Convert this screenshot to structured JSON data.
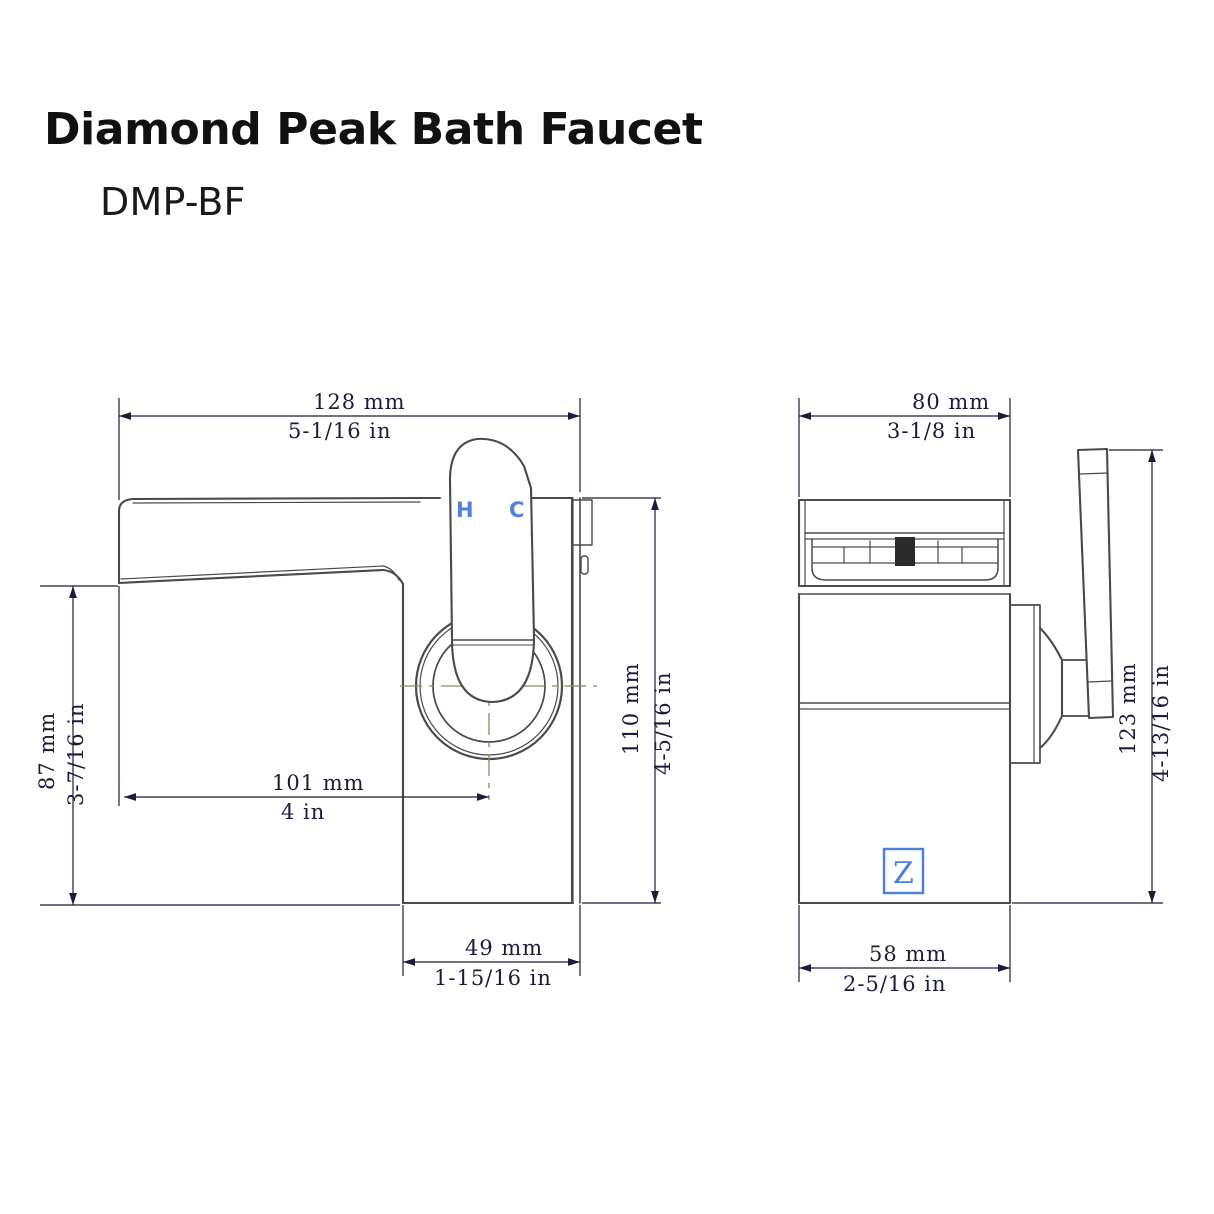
{
  "title": {
    "product_name": "Diamond Peak Bath Faucet",
    "model": "DMP-BF"
  },
  "colors": {
    "outline": "#4a4a4a",
    "dimension": "#1b1b3c",
    "accent_blue": "#5281d8",
    "centerline": "#8d8563",
    "background": "#ffffff"
  },
  "side_view": {
    "name": "side-elevation",
    "dimensions": {
      "overall_width": {
        "mm": "128  mm",
        "in": "5-1/16  in"
      },
      "spout_height": {
        "mm": "87  mm",
        "in": "3-7/16  in"
      },
      "body_height": {
        "mm": "110  mm",
        "in": "4-5/16  in"
      },
      "spout_reach": {
        "mm": "101  mm",
        "in": "4  in"
      },
      "base_depth": {
        "mm": "49  mm",
        "in": "1-15/16  in"
      }
    },
    "labels": {
      "hot": "H",
      "cold": "C"
    }
  },
  "front_view": {
    "name": "front-elevation",
    "dimensions": {
      "overall_width": {
        "mm": "80  mm",
        "in": "3-1/8  in"
      },
      "overall_height": {
        "mm": "123  mm",
        "in": "4-13/16  in"
      },
      "base_width": {
        "mm": "58  mm",
        "in": "2-5/16  in"
      }
    },
    "brand_mark": "Z"
  }
}
